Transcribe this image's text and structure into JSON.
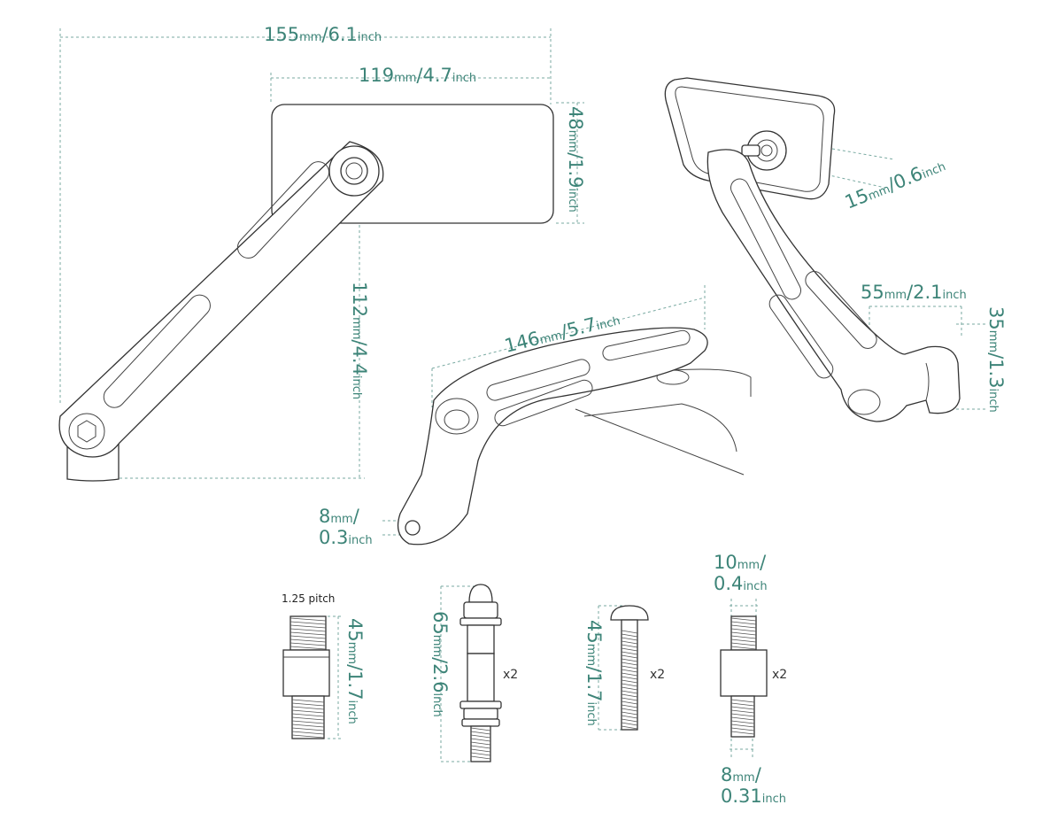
{
  "dimensions": {
    "overall_width": {
      "value": "155",
      "unit": "mm",
      "sep": "/",
      "inch": "6.1",
      "inch_unit": "inch"
    },
    "mirror_width": {
      "value": "119",
      "unit": "mm",
      "sep": "/",
      "inch": "4.7",
      "inch_unit": "inch"
    },
    "mirror_height": {
      "value": "48",
      "unit": "mm",
      "sep": "/",
      "inch": "1.9",
      "inch_unit": "inch"
    },
    "arm_height": {
      "value": "112",
      "unit": "mm",
      "sep": "/",
      "inch": "4.4",
      "inch_unit": "inch"
    },
    "mirror_depth": {
      "value": "15",
      "unit": "mm",
      "sep": "/",
      "inch": "0.6",
      "inch_unit": "inch"
    },
    "arm_length": {
      "value": "146",
      "unit": "mm",
      "sep": "/",
      "inch": "5.7",
      "inch_unit": "inch"
    },
    "base_offset": {
      "value": "55",
      "unit": "mm",
      "sep": "/",
      "inch": "2.1",
      "inch_unit": "inch"
    },
    "base_height": {
      "value": "35",
      "unit": "mm",
      "sep": "/",
      "inch": "1.3",
      "inch_unit": "inch"
    },
    "hole_diameter": {
      "value": "8",
      "unit": "mm",
      "sep": "/",
      "inch": "0.3",
      "inch_unit": "inch"
    },
    "adapter_length": {
      "value": "45",
      "unit": "mm",
      "sep": "/",
      "inch": "1.7",
      "inch_unit": "inch"
    },
    "bolt_length": {
      "value": "65",
      "unit": "mm",
      "sep": "/",
      "inch": "2.6",
      "inch_unit": "inch"
    },
    "screw_length": {
      "value": "45",
      "unit": "mm",
      "sep": "/",
      "inch": "1.7",
      "inch_unit": "inch"
    },
    "thread_top": {
      "value": "10",
      "unit": "mm",
      "sep": "/",
      "inch": "0.4",
      "inch_unit": "inch"
    },
    "thread_bottom": {
      "value": "8",
      "unit": "mm",
      "sep": "/",
      "inch": "0.31",
      "inch_unit": "inch"
    }
  },
  "hardware": {
    "pitch_label": "1.25 pitch",
    "bolt_qty": "x2",
    "screw_qty": "x2",
    "adapter_qty": "x2"
  },
  "colors": {
    "dimension_text": "#3d8478",
    "dimension_line": "#7aaaa2",
    "outline": "#333333"
  }
}
